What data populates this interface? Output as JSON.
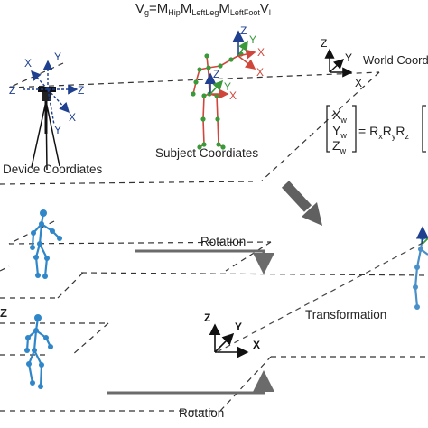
{
  "formula": {
    "text": "V",
    "sub_g": "g",
    "eq": "=M",
    "sub_hip": "Hip",
    "m2": "M",
    "sub_leftleg": "LeftLeg",
    "m3": "M",
    "sub_leftfoot": "LeftFoot",
    "v": "V",
    "sub_l": "l"
  },
  "labels": {
    "world_coords": "World Coordinates",
    "subject_coords": "Subject Coordiates",
    "device_coords": "Device Coordiates",
    "rotation_top": "Rotation",
    "rotation_bottom": "Rotation",
    "transformation": "Transformation"
  },
  "matrix": {
    "x": "X",
    "y": "Y",
    "z": "Z",
    "sub_w": "w",
    "rhs": "= R",
    "rx": "x",
    "r2": "R",
    "ry": "y",
    "r3": "R",
    "rz": "z"
  },
  "axes": {
    "x": "X",
    "y": "Y",
    "z": "Z"
  },
  "colors": {
    "skeleton_blue": "#2f86c8",
    "skeleton_red": "#d0463a",
    "skeleton_green": "#3a9a3a",
    "axis_navy": "#1f3f8f",
    "arrow_gray": "#6b6b6b"
  }
}
